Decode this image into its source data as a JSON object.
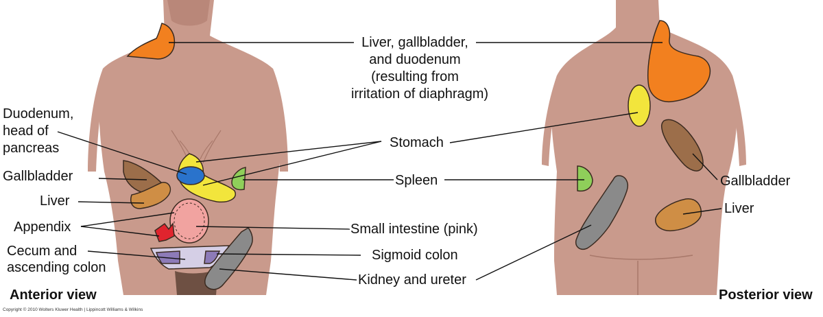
{
  "colors": {
    "skin": "#c99a8c",
    "skin_shadow": "#b98779",
    "liver": "#cf8e45",
    "gallbladder": "#9c6e4a",
    "stomach": "#f2e53c",
    "duodenum": "#2a73cc",
    "spleen": "#8fcf5a",
    "small_intestine": "#f1a3a0",
    "appendix": "#e0242e",
    "cecum": "#8d7bb8",
    "sigmoid": "#d5cfe6",
    "kidney": "#8a8a8a",
    "referred_shoulder": "#f2801f"
  },
  "labels": {
    "liver_gb_duo_1": "Liver, gallbladder,",
    "liver_gb_duo_2": "and duodenum",
    "liver_gb_duo_3": "(resulting from",
    "liver_gb_duo_4": "irritation of diaphragm)",
    "duodenum_1": "Duodenum,",
    "duodenum_2": "head of",
    "duodenum_3": "pancreas",
    "gallbladder_left": "Gallbladder",
    "liver_left": "Liver",
    "appendix": "Appendix",
    "cecum_1": "Cecum and",
    "cecum_2": "ascending colon",
    "stomach": "Stomach",
    "spleen": "Spleen",
    "small_intestine": "Small intestine (pink)",
    "sigmoid": "Sigmoid colon",
    "kidney": "Kidney and ureter",
    "gallbladder_right": "Gallbladder",
    "liver_right": "Liver"
  },
  "views": {
    "anterior": "Anterior view",
    "posterior": "Posterior view"
  },
  "copyright": "Copyright © 2010 Wolters Kluwer Health | Lippincott Williams & Wilkins"
}
